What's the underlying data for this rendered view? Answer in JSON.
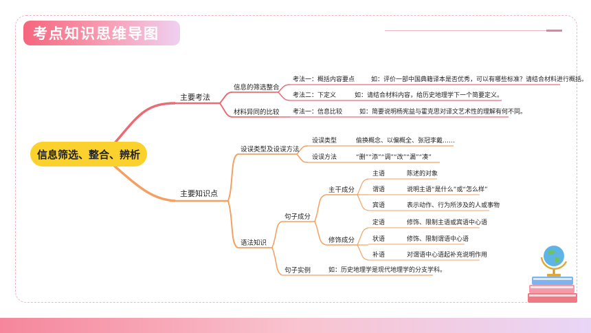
{
  "title": "考点知识思维导图",
  "root": "信息筛选、整合、辨析",
  "branches": {
    "main_methods": {
      "label": "主要考法",
      "sub": [
        {
          "label": "信息的筛选整合",
          "items": [
            {
              "method": "考法一：概括内容要点",
              "example": "如：评价一部中国典籍译本是否优秀，可以有哪些标准？请结合材料进行概括。"
            },
            {
              "method": "考法二：下定义",
              "example": "如：请结合材料内容，给历史地理学下一个简要定义。"
            }
          ]
        },
        {
          "label": "材料异同的比较",
          "items": [
            {
              "method": "考法一：信息比较",
              "example": "如：简要说明杨宪益与霍克思对译文艺术性的理解有何不同。"
            }
          ]
        }
      ]
    },
    "main_knowledge": {
      "label": "主要知识点",
      "trap": {
        "label": "设误类型及设误方法",
        "items": [
          {
            "name": "设误类型",
            "value": "偷换概念、以偏概全、张冠李戴……"
          },
          {
            "name": "设误方法",
            "value": "“删”“添”“调”“改”“漏”“凑”"
          }
        ]
      },
      "grammar": {
        "label": "语法知识",
        "sentence": {
          "label": "句子成分",
          "core": {
            "label": "主干成分",
            "items": [
              {
                "name": "主语",
                "desc": "陈述的对象"
              },
              {
                "name": "谓语",
                "desc": "说明主语“是什么”或“怎么样”"
              },
              {
                "name": "宾语",
                "desc": "表示动作、行为所涉及的人或事物"
              }
            ]
          },
          "modifier": {
            "label": "修饰成分",
            "items": [
              {
                "name": "定语",
                "desc": "修饰、限制主语或宾语中心语"
              },
              {
                "name": "状语",
                "desc": "修饰、限制谓语中心语"
              },
              {
                "name": "补语",
                "desc": "对谓语中心语起补充说明作用"
              }
            ]
          }
        },
        "example": {
          "label": "句子实例",
          "text": "如：历史地理学是现代地理学的分支学科。"
        }
      }
    }
  },
  "colors": {
    "branch_red": "#e96b73",
    "branch_orange": "#f3a062",
    "root_yellow": "#fbd12e",
    "accent_pink": "#f5667d"
  },
  "decoration": "globe-and-books-icon"
}
